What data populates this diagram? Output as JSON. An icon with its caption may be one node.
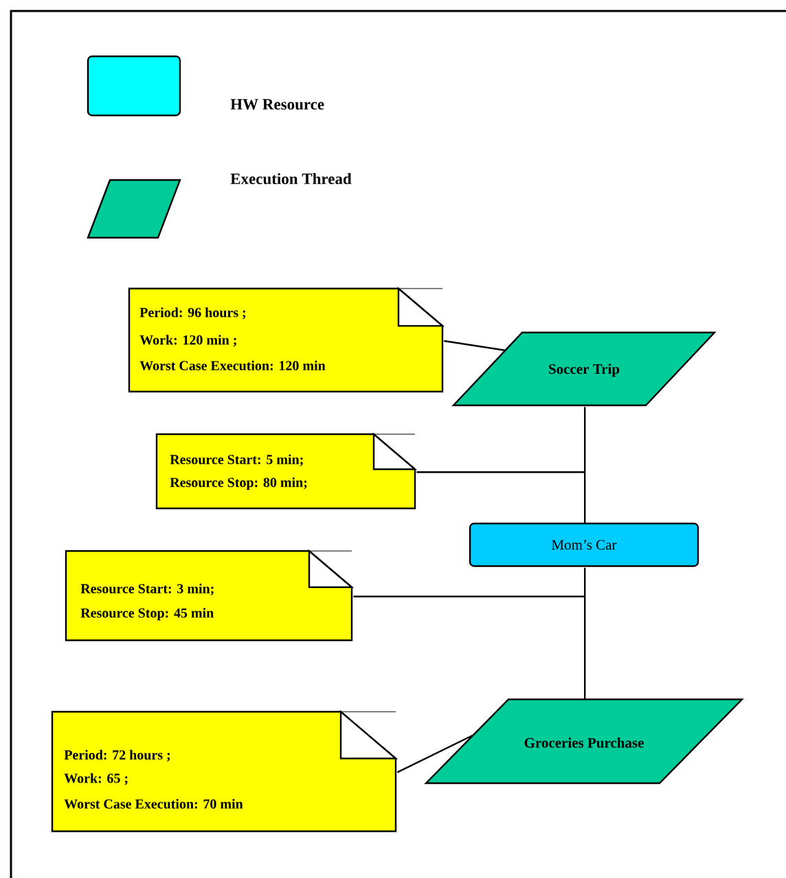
{
  "diagram": {
    "nodes": [
      {
        "text": [
          "Period: 96 hours ;",
          "Work: 120 min ;",
          "Worst Case Execution: 120 min"
        ]
      },
      {
        "text": [
          "Soccer Trip"
        ]
      },
      {
        "text": [
          "Resource Start: 5 min;",
          "Resource Stop: 80 min;"
        ]
      },
      {
        "text": [
          "Mom’s Car"
        ]
      },
      {
        "text": [
          "Resource Start: 3 min;",
          "Resource Stop: 45 min"
        ]
      },
      {
        "text": [
          "Groceries Purchase"
        ]
      },
      {
        "text": [
          "Period: 72 hours ;",
          "Work: 65 ;",
          "Worst Case Execution: 70 min"
        ]
      }
    ],
    "edges": [
      {
        "from": 0,
        "to": 1,
        "arrow": "none"
      },
      {
        "from": 1,
        "to": 3,
        "arrow": "none"
      },
      {
        "from": 2,
        "to": null,
        "arrow": "none"
      },
      {
        "from": 3,
        "to": 5,
        "arrow": "none"
      },
      {
        "from": 4,
        "to": null,
        "arrow": "none"
      },
      {
        "from": 6,
        "to": 5,
        "arrow": "none"
      }
    ],
    "legend": [
      {
        "text": "HW Resource",
        "color": "#00ffff"
      },
      {
        "text": "Execution Thread",
        "color": "#00cc99"
      }
    ]
  }
}
